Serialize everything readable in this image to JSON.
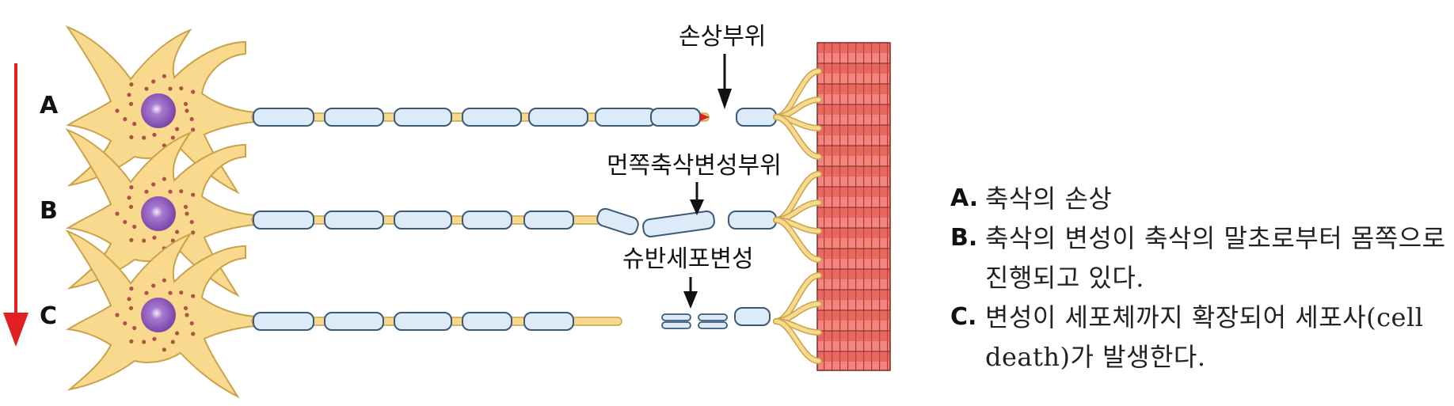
{
  "diagram": {
    "rows": [
      "A",
      "B",
      "C"
    ],
    "callouts": {
      "injury_site": "손상부위",
      "distal_degeneration_site": "먼쪽축삭변성부위",
      "schwann_degeneration": "슈반세포변성"
    }
  },
  "legend": [
    {
      "key": "A.",
      "text": "축삭의 손상"
    },
    {
      "key": "B.",
      "text": "축삭의 변성이 축삭의 말초로부터 몸쪽으로 진행되고 있다."
    },
    {
      "key": "C.",
      "text": "변성이 세포체까지 확장되어 세포사(cell death)가 발생한다."
    }
  ],
  "colors": {
    "neuron_fill": "#F9D98E",
    "neuron_stroke": "#C9A24A",
    "myelin_fill": "#DCEBF7",
    "myelin_stroke": "#3A5A78",
    "muscle_fill": "#EF8A84",
    "muscle_dark": "#D9463E",
    "arrow_red": "#E02020",
    "nucleus": "#8E5BB8"
  }
}
